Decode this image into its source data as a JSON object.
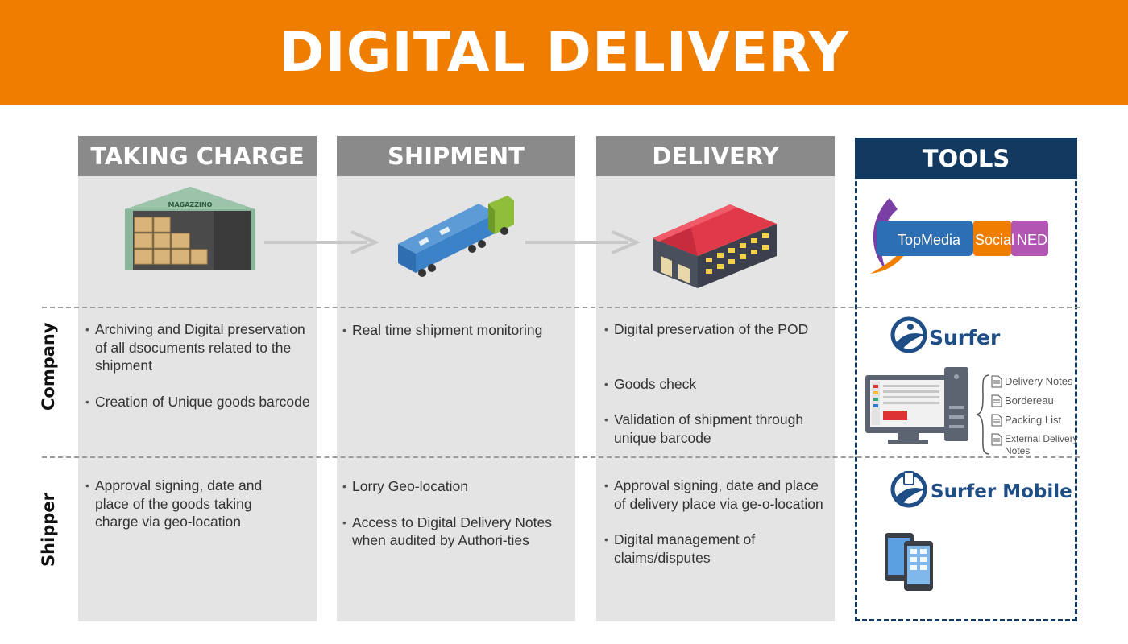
{
  "banner": {
    "title": "DIGITAL DELIVERY"
  },
  "columns": [
    {
      "title": "TAKING CHARGE",
      "illustration_label": "MAGAZZINO"
    },
    {
      "title": "SHIPMENT"
    },
    {
      "title": "DELIVERY"
    }
  ],
  "tools": {
    "title": "TOOLS",
    "brands": [
      "TopMedia",
      "Social",
      "NED"
    ],
    "surfer": "Surfer",
    "surfer_mobile": "Surfer Mobile",
    "documents": [
      "Delivery Notes",
      "Bordereau",
      "Packing List",
      "External Delivery Notes"
    ]
  },
  "rows": {
    "company": {
      "label": "Company",
      "taking_charge": [
        "Archiving and Digital preservation of all dsocuments related to the shipment",
        "Creation of Unique goods barcode"
      ],
      "shipment": [
        "Real time shipment monitoring"
      ],
      "delivery": [
        "Digital preservation of the POD",
        "Goods check",
        "Validation of shipment through unique barcode"
      ]
    },
    "shipper": {
      "label": "Shipper",
      "taking_charge": [
        "Approval signing, date and place of the goods taking charge via geo-location"
      ],
      "shipment": [
        "Lorry Geo-location",
        "Access to Digital Delivery Notes when audited by Authori-ties"
      ],
      "delivery": [
        "Approval signing, date and place of delivery place  via ge-o-location",
        "Digital management of claims/disputes"
      ]
    }
  },
  "colors": {
    "banner": "#ef7d00",
    "column_bg": "#e4e4e4",
    "column_header": "#8a8a8a",
    "tools_accent": "#12395f"
  }
}
